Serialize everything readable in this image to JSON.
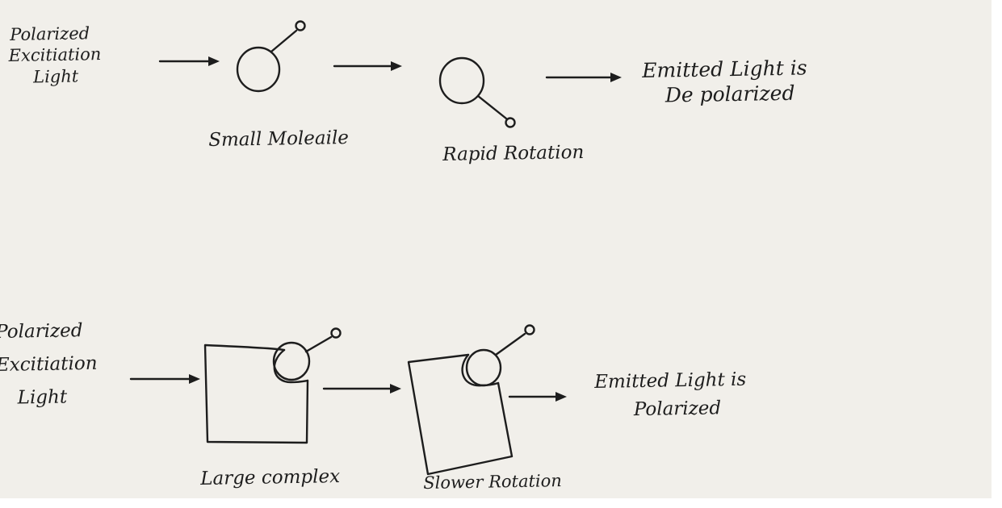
{
  "top_row": {
    "input_label": [
      "Polarized",
      "Excitiation",
      "Light"
    ],
    "molecule_label": "Small Moleaile",
    "rotation_label": "Rapid Rotation",
    "output_label": [
      "Emitted Light is",
      "De polarized"
    ]
  },
  "bottom_row": {
    "input_label": [
      "Polarized",
      "Excitiation",
      "Light"
    ],
    "complex_label": "Large complex",
    "rotation_label": "Slower Rotation",
    "output_label": [
      "Emitted Light is",
      "Polarized"
    ]
  },
  "colors": {
    "ink": "#1d1d1d",
    "paper": "#f1efea"
  }
}
